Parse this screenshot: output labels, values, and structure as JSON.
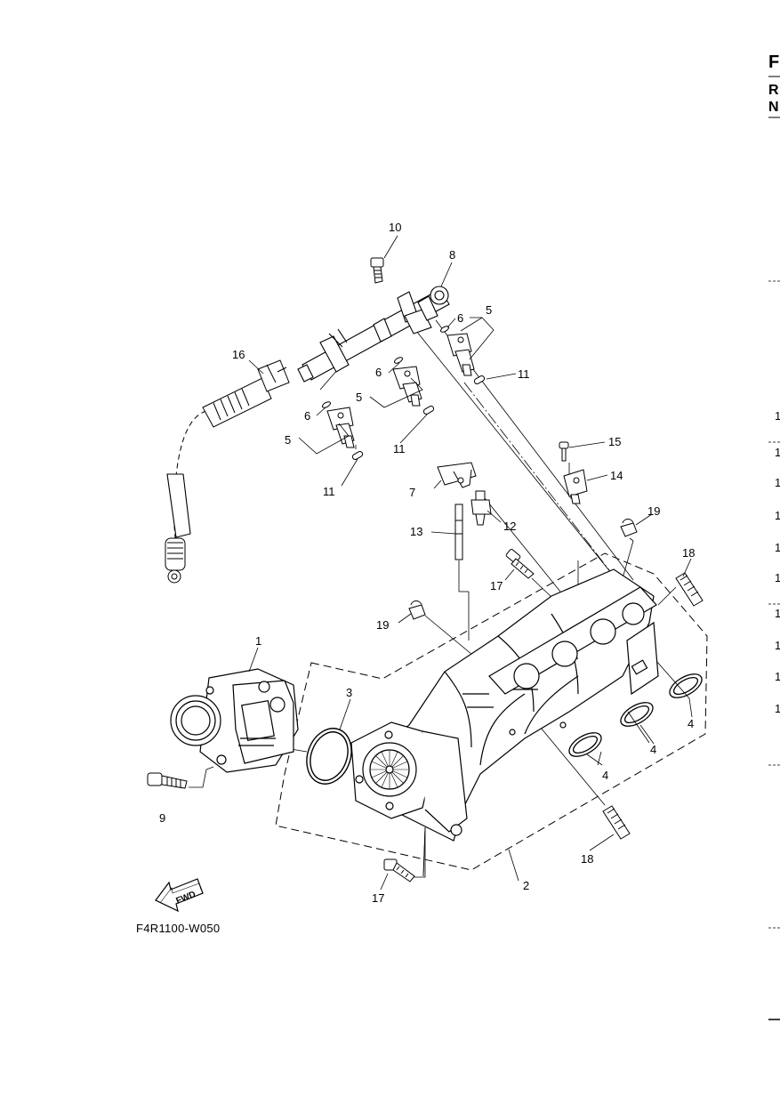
{
  "edge_text": {
    "letter_1": "F",
    "letter_2": "R",
    "letter_3": "N"
  },
  "callouts": [
    "10",
    "8",
    "6",
    "5",
    "16",
    "11",
    "6",
    "5",
    "6",
    "5",
    "11",
    "11",
    "15",
    "14",
    "7",
    "12",
    "13",
    "19",
    "17",
    "18",
    "19",
    "1",
    "3",
    "4",
    "4",
    "4",
    "9",
    "18",
    "2",
    "17"
  ],
  "right_edge_digits": [
    "1",
    "1",
    "1",
    "1",
    "1",
    "1",
    "1",
    "1",
    "1",
    "1"
  ],
  "fwd_label": "FWD",
  "figure_code": "F4R1100-W050"
}
